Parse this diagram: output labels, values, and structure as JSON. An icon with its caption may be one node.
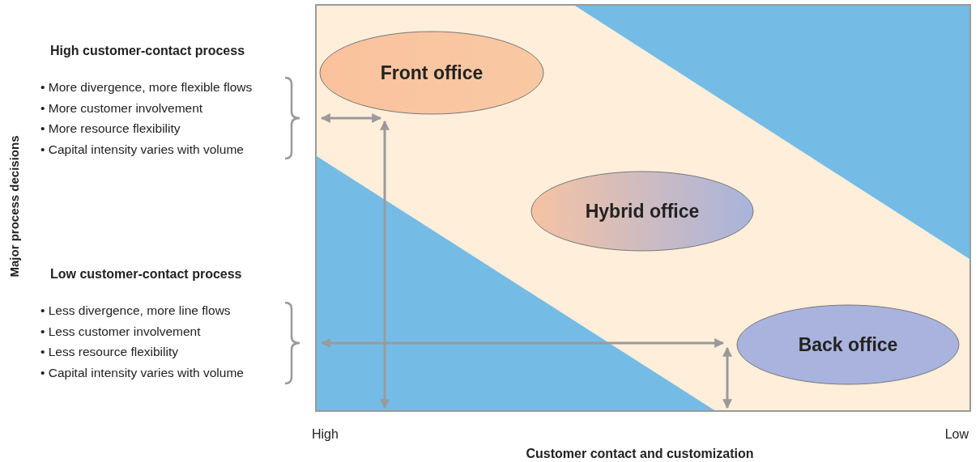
{
  "diagram": {
    "nodes": [
      {
        "text": [
          "Front office"
        ]
      },
      {
        "text": [
          "Hybrid office"
        ]
      },
      {
        "text": [
          "Back office"
        ]
      }
    ],
    "labels": [
      "High customer-contact process",
      "• More divergence, more flexible flows",
      "• More customer involvement",
      "• More resource flexibility",
      "• Capital intensity varies with volume",
      "Low customer-contact process",
      "• Less divergence, more line flows",
      "• Less customer involvement",
      "• Less resource flexibility",
      "• Capital intensity varies with volume",
      "Major process decisions",
      "High",
      "Low",
      "Customer contact and customization"
    ]
  }
}
